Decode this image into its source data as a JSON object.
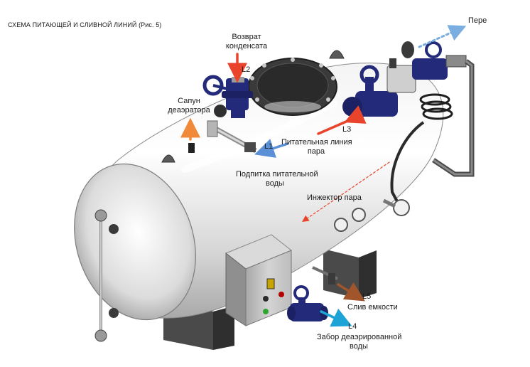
{
  "title": "СХЕМА ПИТАЮЩЕЙ И СЛИВНОЙ ЛИНИЙ (Рис. 5)",
  "labels": {
    "return": {
      "code": "L2",
      "line1": "Возврат",
      "line2": "конденсата"
    },
    "vent": {
      "line1": "Сапун",
      "line2": "деаэратора"
    },
    "feed_water": {
      "code": "L1",
      "line1": "Подпитка питательной",
      "line2": "воды"
    },
    "steam_feed": {
      "code": "L3",
      "line1": "Питательная линия",
      "line2": "пара"
    },
    "injector": {
      "line1": "Инжектор пара"
    },
    "drain": {
      "code": "L5",
      "line1": "Слив емкости"
    },
    "intake": {
      "code": "L4",
      "line1": "Забор деаэрированной",
      "line2": "воды"
    },
    "cut": {
      "line1": "Пере"
    }
  },
  "colors": {
    "return_arrow": "#e8442b",
    "steam_arrow": "#e8442b",
    "vent_arrow": "#f08a3a",
    "feed_arrow": "#5b8fd6",
    "drain_arrow": "#a0552a",
    "intake_arrow": "#1ea3d6",
    "top_dotted_arrow": "#7aaee0",
    "injector_dotted_arrow": "#e8442b",
    "valve_blue": "#232a7a"
  },
  "icons": [
    "tank",
    "gate-valve",
    "level-gauge",
    "pressure-gauge",
    "control-box",
    "steam-coil",
    "manhole-cover"
  ]
}
